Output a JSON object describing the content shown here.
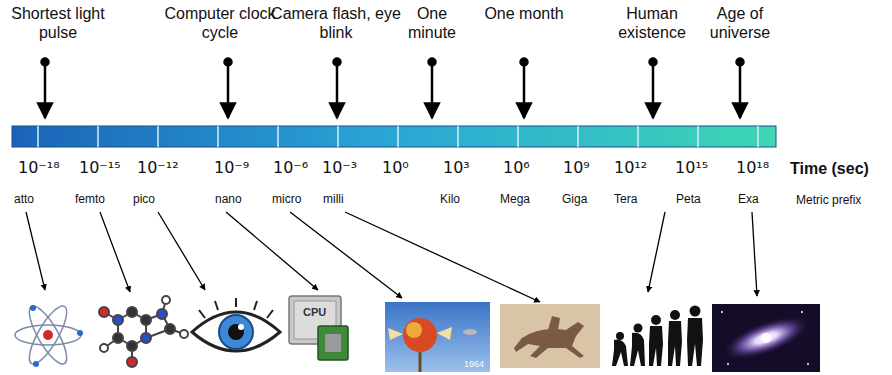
{
  "diagram": {
    "labels": [
      "Shortest light pulse",
      "Computer clock cycle",
      "Camera flash, eye blink",
      "One minute",
      "One month",
      "Human existence",
      "Age of universe",
      "10⁻¹⁸",
      "10⁻¹⁵",
      "10⁻¹²",
      "10⁻⁹",
      "10⁻⁶",
      "10⁻³",
      "10⁰",
      "10³",
      "10⁶",
      "10⁹",
      "10¹²",
      "10¹⁵",
      "10¹⁸",
      "Time (sec)",
      "atto",
      "femto",
      "pico",
      "nano",
      "micro",
      "milli",
      "Kilo",
      "Mega",
      "Giga",
      "Tera",
      "Peta",
      "Exa",
      "Metric prefix",
      "CPU",
      "1964"
    ]
  }
}
